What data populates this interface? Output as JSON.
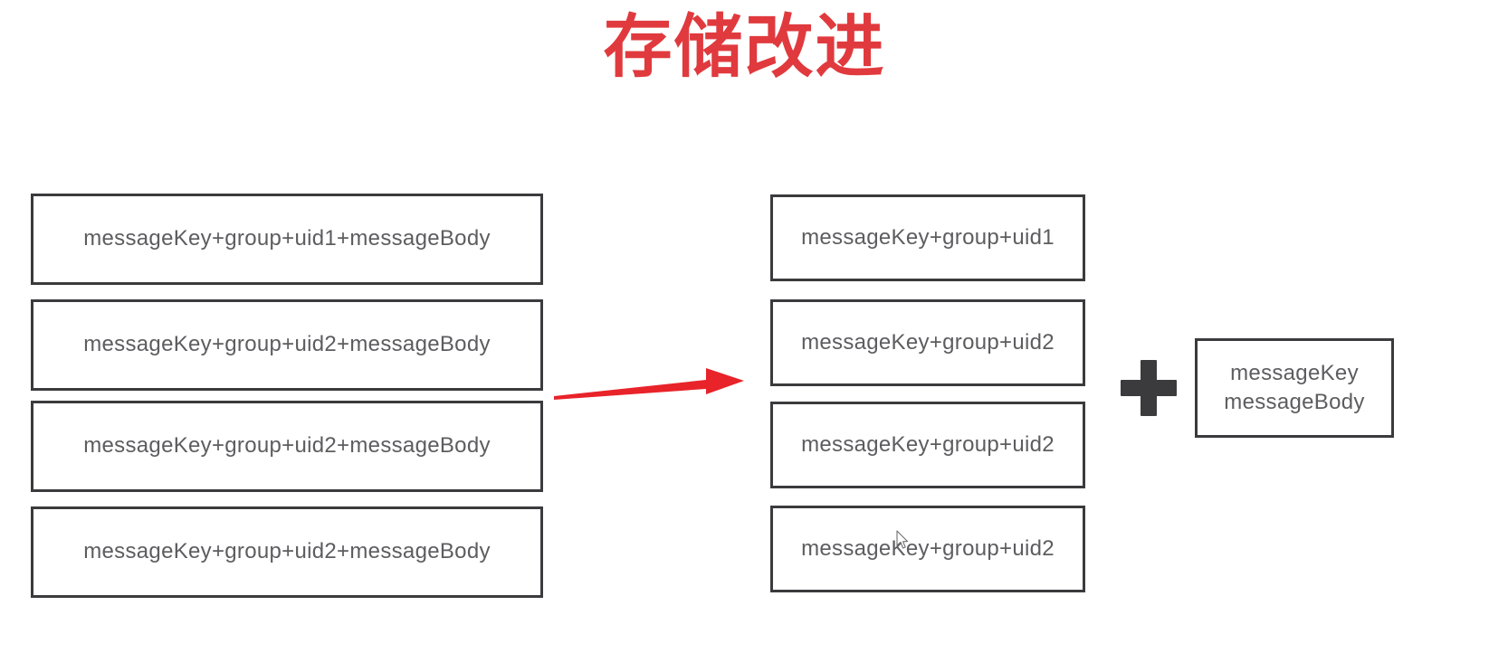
{
  "slide": {
    "title": "存储改进",
    "title_color": "#e03a3e",
    "background_color": "#ffffff",
    "box_border_color": "#3b3b3d",
    "box_text_color": "#5d5d60",
    "arrow_color": "#e8232a"
  },
  "before": {
    "heading": "",
    "boxes": [
      {
        "label": "messageKey+group+uid1+messageBody"
      },
      {
        "label": "messageKey+group+uid2+messageBody"
      },
      {
        "label": "messageKey+group+uid2+messageBody"
      },
      {
        "label": "messageKey+group+uid2+messageBody"
      }
    ]
  },
  "after": {
    "heading": "",
    "boxes": [
      {
        "label": "messageKey+group+uid1"
      },
      {
        "label": "messageKey+group+uid2"
      },
      {
        "label": "messageKey+group+uid2"
      },
      {
        "label": "messageKey+group+uid2"
      }
    ],
    "operator": "+",
    "shared_box": {
      "line1": "messageKey",
      "line2": "messageBody"
    }
  },
  "icons": {
    "arrow": "right-arrow-icon",
    "plus": "plus-icon",
    "cursor": "mouse-pointer-icon"
  }
}
